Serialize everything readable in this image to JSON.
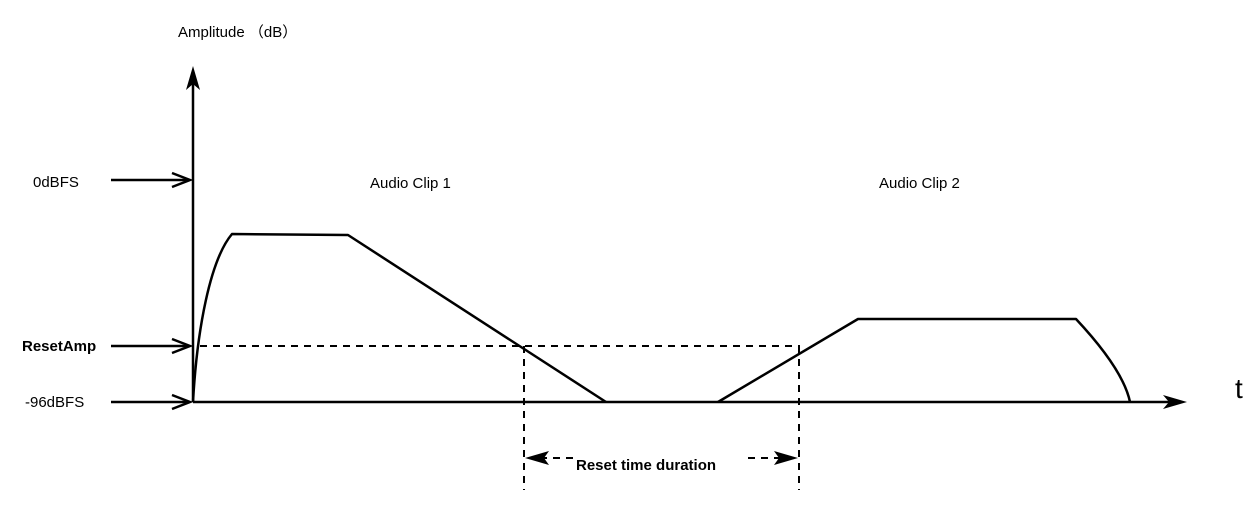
{
  "y_axis_label": "Amplitude （dB）",
  "x_axis_label": "t",
  "levels": {
    "zero": "0dBFS",
    "reset": "ResetAmp",
    "floor": "-96dBFS"
  },
  "clips": [
    {
      "label": "Audio Clip 1"
    },
    {
      "label": "Audio Clip 2"
    }
  ],
  "reset_duration_label": "Reset time duration"
}
